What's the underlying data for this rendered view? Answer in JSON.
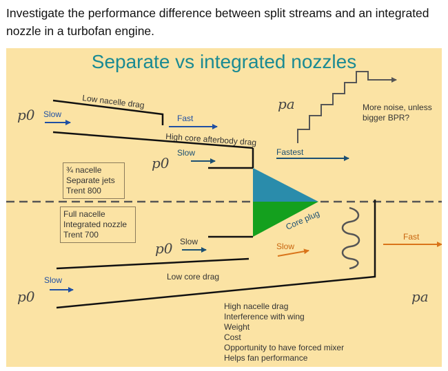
{
  "question": "Investigate the performance difference between split streams and an integrated nozzle in a turbofan engine.",
  "title": "Separate vs integrated nozzles",
  "symbols": {
    "p0": "p0",
    "pa": "pa"
  },
  "labels": {
    "low_nacelle_drag": "Low nacelle drag",
    "slow_top": "Slow",
    "fast_top": "Fast",
    "high_core_afterbody_drag": "High core afterbody drag",
    "slow_core": "Slow",
    "fastest": "Fastest",
    "more_noise": "More noise, unless",
    "bigger_bpr": "bigger BPR?",
    "core_plug": "Core plug",
    "slow_lower_core": "Slow",
    "slow_orange": "Slow",
    "fast_orange": "Fast",
    "low_core_drag": "Low core drag",
    "slow_bottom": "Slow"
  },
  "box_separate": [
    "¾ nacelle",
    "Separate jets",
    "Trent 800"
  ],
  "box_integrated": [
    "Full nacelle",
    "Integrated nozzle",
    "Trent 700"
  ],
  "notes": [
    "High nacelle drag",
    "Interference with wing",
    "Weight",
    "Cost",
    "Opportunity to have forced mixer",
    "Helps fan performance"
  ],
  "colors": {
    "blue_arrow": "#1f4fa3",
    "orange_arrow": "#d9741a",
    "teal_triangle": "#2a8cab",
    "green_triangle": "#14a01e",
    "title": "#1a8a93"
  }
}
